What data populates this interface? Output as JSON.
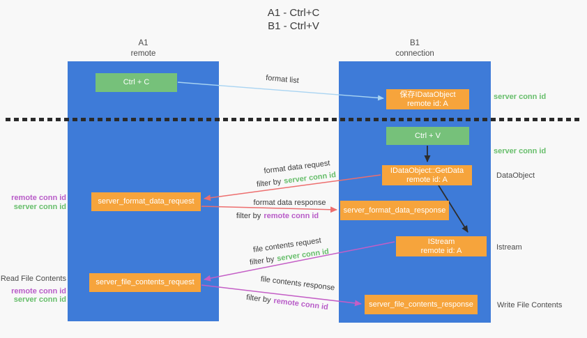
{
  "title": {
    "line1": "A1 - Ctrl+C",
    "line2": "B1 - Ctrl+V"
  },
  "lanes": {
    "a1": {
      "id": "A1",
      "role": "remote"
    },
    "b1": {
      "id": "B1",
      "role": "connection"
    }
  },
  "nodes": {
    "ctrl_c": {
      "label": "Ctrl + C"
    },
    "ctrl_v": {
      "label": "Ctrl + V"
    },
    "save_dataobject": {
      "line1": "保存IDataObject",
      "line2": "remote id: A"
    },
    "idataobject_getdata": {
      "line1": "IDataObject::GetData",
      "line2": "remote id: A"
    },
    "istream": {
      "line1": "IStream",
      "line2": "remote id: A"
    },
    "server_format_data_request": {
      "label": "server_format_data_request"
    },
    "server_format_data_response": {
      "label": "server_format_data_response"
    },
    "server_file_contents_request": {
      "label": "server_file_contents_request"
    },
    "server_file_contents_response": {
      "label": "server_file_contents_response"
    }
  },
  "edges": {
    "format_list": {
      "label": "format list"
    },
    "format_data_request": {
      "label": "format data request",
      "filter_prefix": "filter by",
      "filter_key": "server conn id"
    },
    "format_data_response": {
      "label": "format data response",
      "filter_prefix": "filter by",
      "filter_key": "remote conn id"
    },
    "file_contents_request": {
      "label": "file contents request",
      "filter_prefix": "filter by",
      "filter_key": "server conn id"
    },
    "file_contents_response": {
      "label": "file contents response",
      "filter_prefix": "filter by",
      "filter_key": "remote conn id"
    }
  },
  "annotations": {
    "right": {
      "server_conn_id_1": "server conn id",
      "server_conn_id_2": "server conn id",
      "dataobject": "DataObject",
      "istream": "Istream",
      "write_file_contents": "Write File Contents"
    },
    "left": {
      "remote_conn_id_1": "remote conn id",
      "server_conn_id_1": "server conn id",
      "read_file_contents": "Read File Contents",
      "remote_conn_id_2": "remote conn id",
      "server_conn_id_2": "server conn id"
    }
  },
  "colors": {
    "lane_blue": "#3E7BD8",
    "node_orange": "#F6A43C",
    "node_green": "#76C17A",
    "arrow_light_blue": "#A9D4F2",
    "arrow_red": "#ED6E6E",
    "arrow_magenta": "#C45EC6",
    "arrow_black": "#2D2D2D",
    "text_green": "#67BE6B",
    "text_purple": "#B85CC8"
  }
}
